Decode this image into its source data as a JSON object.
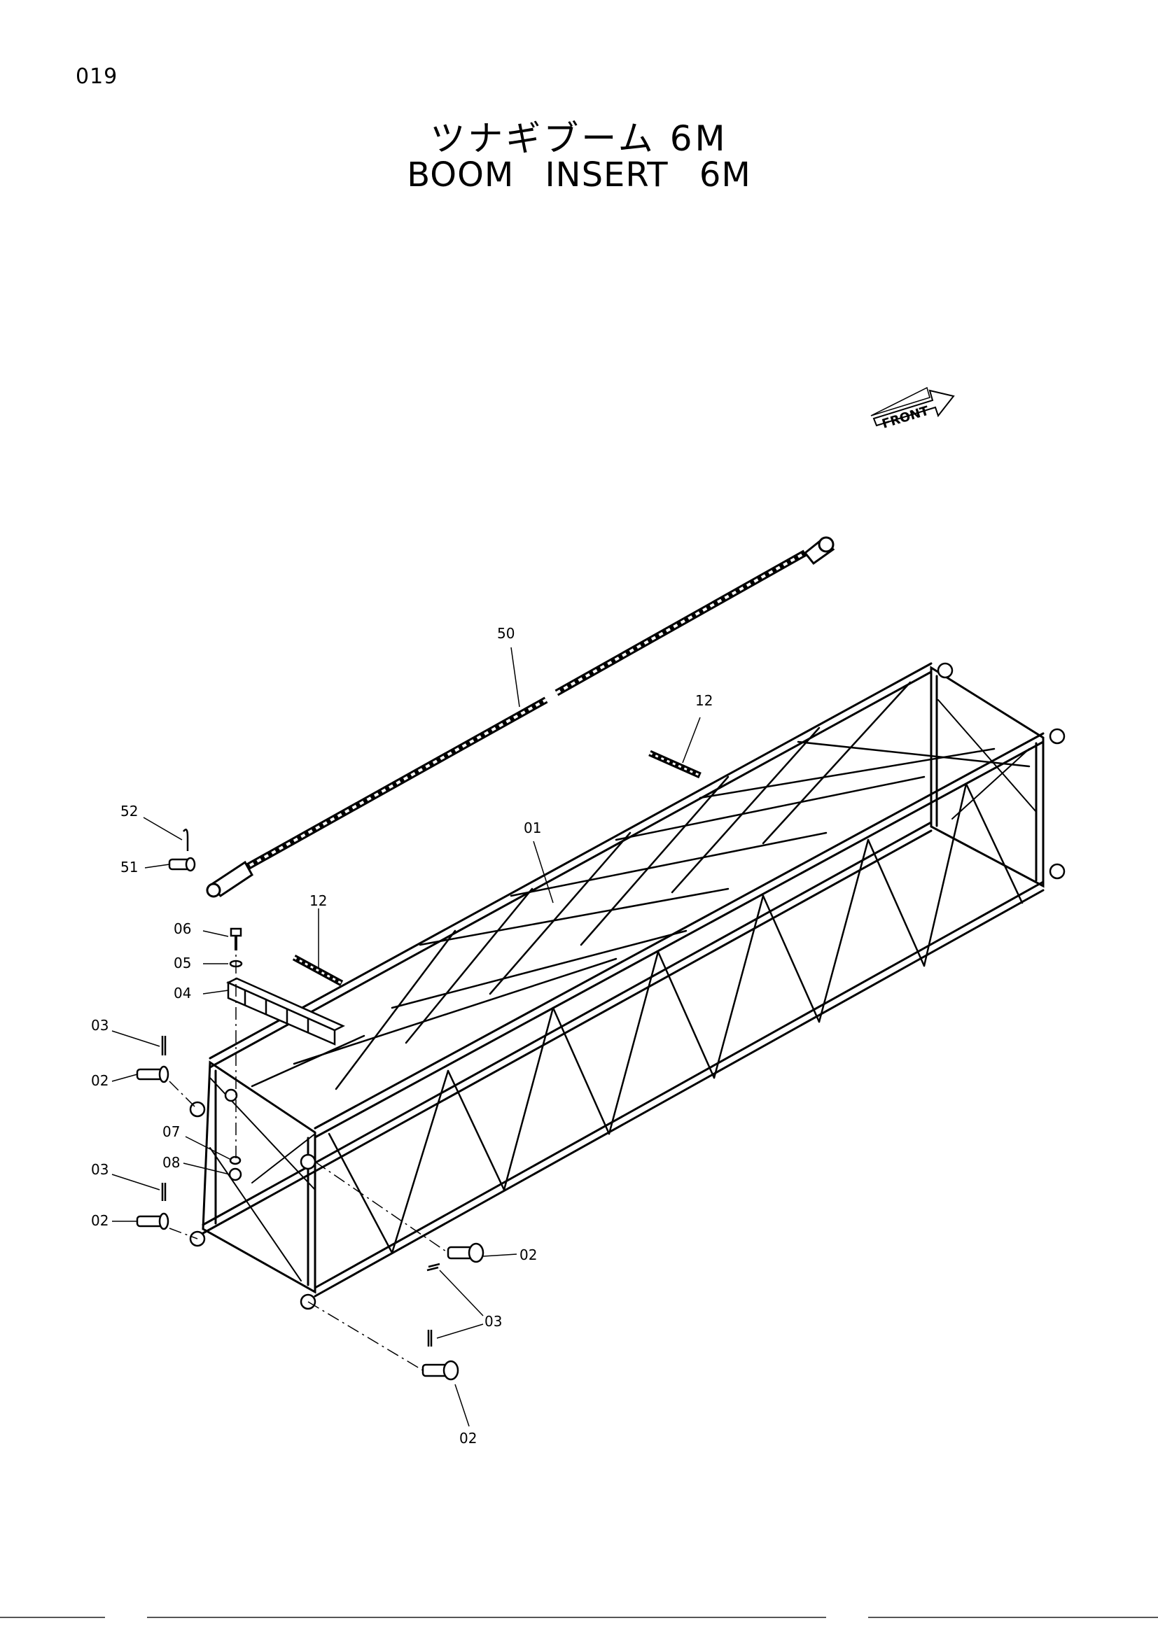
{
  "page": {
    "number": "019",
    "title_jp": "ツナギブーム 6M",
    "title_en": "BOOM   INSERT   6M"
  },
  "diagram": {
    "front_label": "FRONT",
    "callouts": {
      "c01": "01",
      "c02a": "02",
      "c02b": "02",
      "c02c": "02",
      "c02d": "02",
      "c03a": "03",
      "c03b": "03",
      "c03c": "03",
      "c04": "04",
      "c05": "05",
      "c06": "06",
      "c07": "07",
      "c08": "08",
      "c12a": "12",
      "c12b": "12",
      "c50": "50",
      "c51": "51",
      "c52": "52"
    }
  }
}
